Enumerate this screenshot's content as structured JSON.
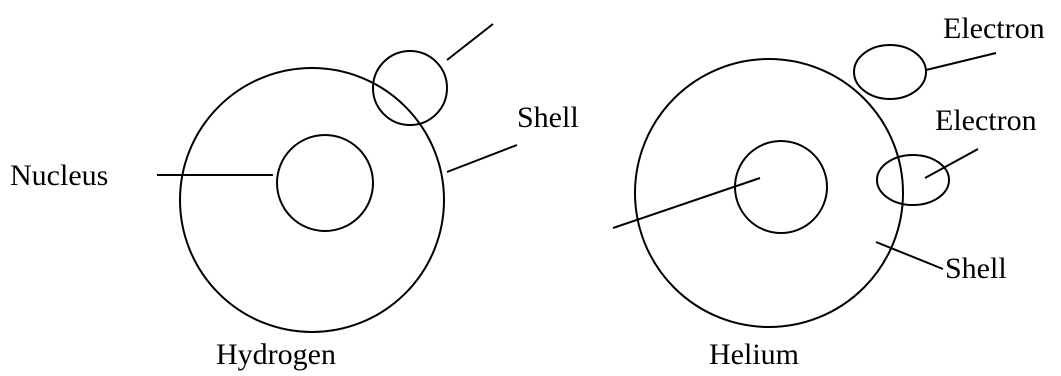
{
  "hydrogen": {
    "title": "Hydrogen",
    "labels": {
      "nucleus": "Nucleus",
      "shell": "Shell"
    }
  },
  "helium": {
    "title": "Helium",
    "labels": {
      "electron_1": "Electron",
      "electron_2": "Electron",
      "shell": "Shell"
    }
  },
  "colors": {
    "stroke": "#000000",
    "background": "#ffffff"
  }
}
